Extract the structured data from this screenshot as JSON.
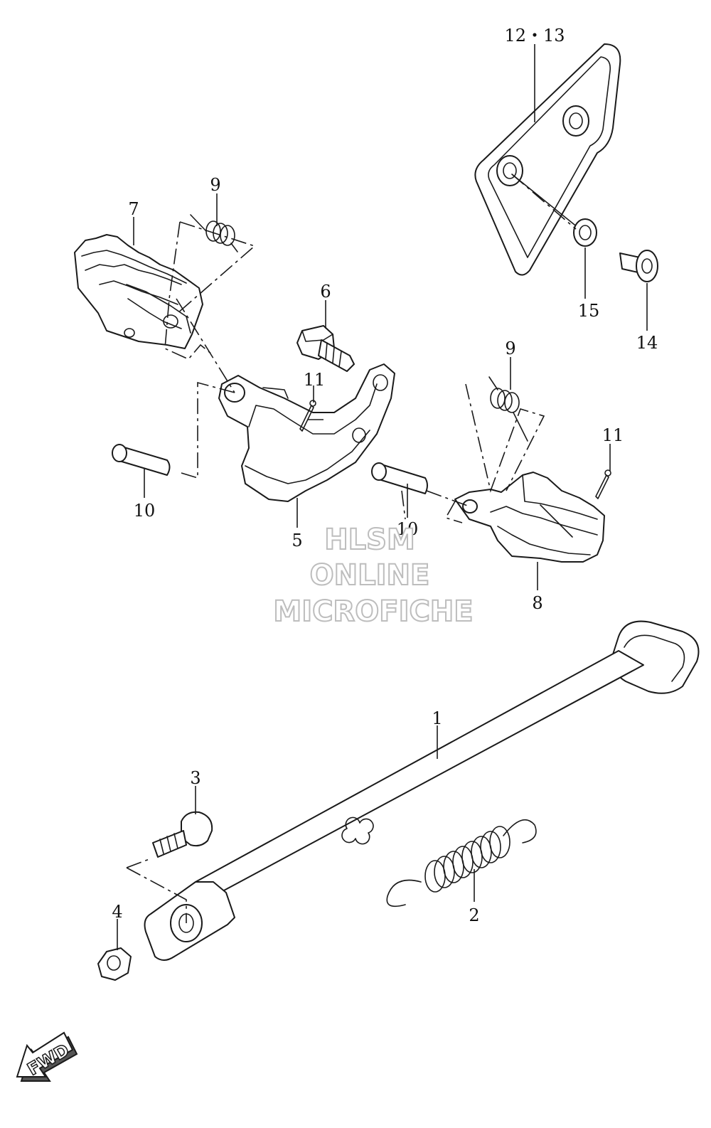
{
  "callouts": {
    "c1": "1",
    "c2": "2",
    "c3": "3",
    "c4": "4",
    "c5": "5",
    "c6": "6",
    "c7": "7",
    "c8": "8",
    "c9a": "9",
    "c9b": "9",
    "c10a": "10",
    "c10b": "10",
    "c11a": "11",
    "c11b": "11",
    "c12_13": "12・13",
    "c14": "14",
    "c15": "15"
  },
  "watermark": {
    "line1": "HLSM",
    "line2": "ONLINE",
    "line3": "MICROFICHE"
  },
  "fwd_label": "FWD"
}
